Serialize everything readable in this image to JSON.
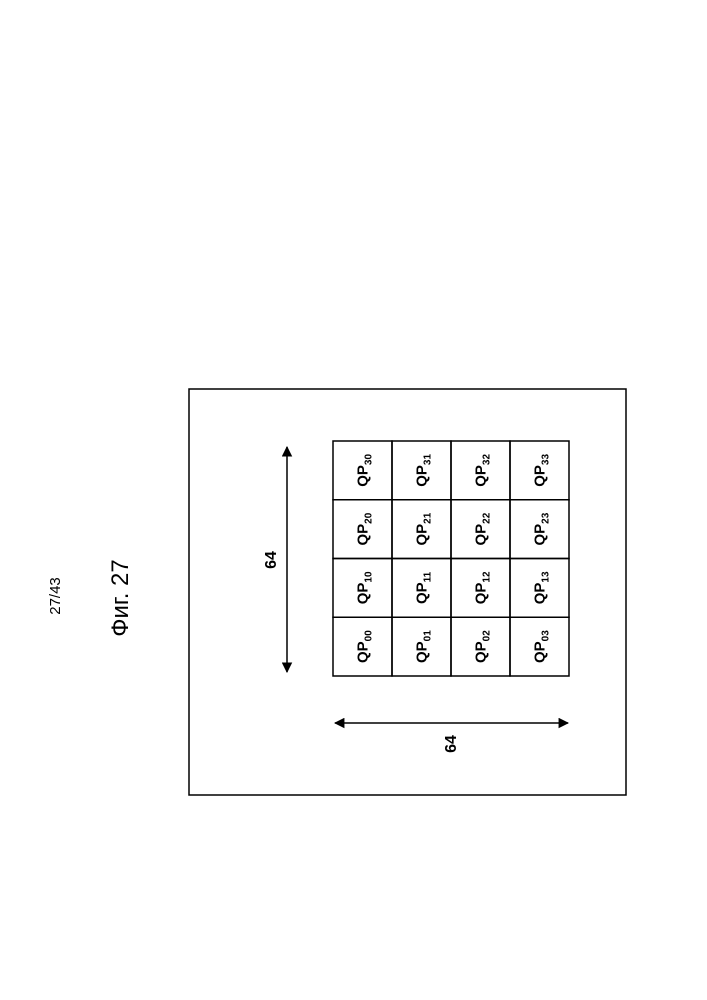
{
  "page_number": "27/43",
  "figure_caption": "Фиг. 27",
  "dimensions": {
    "vertical_label": "64",
    "horizontal_label": "64"
  },
  "grid": {
    "prefix": "QP",
    "rows": [
      [
        "30",
        "31",
        "32",
        "33"
      ],
      [
        "20",
        "21",
        "22",
        "23"
      ],
      [
        "10",
        "11",
        "12",
        "13"
      ],
      [
        "00",
        "01",
        "02",
        "03"
      ]
    ]
  }
}
